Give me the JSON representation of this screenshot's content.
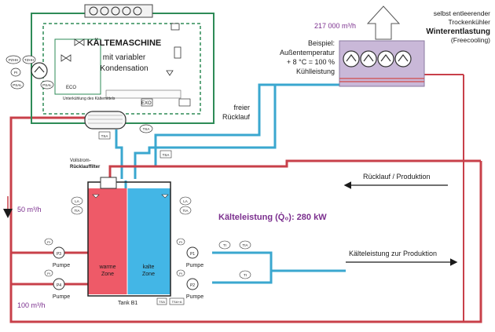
{
  "machine": {
    "title": "KÄLTEMASCHINE",
    "subtitle_1": "mit variabler",
    "subtitle_2": "Kondensation",
    "subcooling_label": "Unterkühlung des Kältemittels",
    "eco_label": "ECO",
    "exo_label": "EXO",
    "gauge_tags": [
      "PZHH",
      "TZHH",
      "PI",
      "PSAL",
      "PSAL",
      "TSA"
    ]
  },
  "cooler": {
    "airflow": "217 000 m³/h",
    "desc_1": "selbst entleerender",
    "desc_2": "Trockenkühler",
    "title": "Winterentlastung",
    "subtitle": "(Freecooling)",
    "example_1": "Beispiel:",
    "example_2": "Außentemperatur",
    "example_3": "+ 8 °C = 100 %",
    "example_4": "Kühlleistung"
  },
  "labels": {
    "free_return_1": "freier",
    "free_return_2": "Rücklauf",
    "return_production": "Rücklauf / Produktion",
    "supply_production": "Kälteleistung zur Produktion",
    "cooling_capacity": "Kälteleistung (Q̇₀): 280 kW",
    "flow_50": "50 m³/h",
    "flow_100": "100 m³/h",
    "filter_1": "Vollstrom-",
    "filter_2": "Rücklauffilter",
    "warm_zone_1": "warme",
    "warm_zone_2": "Zone",
    "cold_zone_1": "kalte",
    "cold_zone_2": "Zone",
    "tank": "Tank B1",
    "pump": "Pumpe",
    "pump_tags": [
      "P3",
      "P4",
      "P1",
      "P2"
    ],
    "instrument_tags": [
      "PI",
      "PI",
      "PI",
      "PI",
      "LA",
      "LA",
      "TIA",
      "TIA",
      "TSA",
      "TSA",
      "TIA",
      "TI",
      "TI",
      "TSA",
      "TSA+A"
    ]
  },
  "colors": {
    "cold_water": "#3aa7cf",
    "warm_water": "#c8404a",
    "refrigerant": "#2e8b57",
    "cooler_box": "#c9b8d8",
    "warm_tank": "#ee5a68",
    "cold_tank": "#43b6e6",
    "accent_text": "#7b2f8e"
  },
  "icons": [
    "fan-icon",
    "pump-icon",
    "valve-icon",
    "arrow-up-icon",
    "arrow-left-icon",
    "arrow-right-icon"
  ]
}
